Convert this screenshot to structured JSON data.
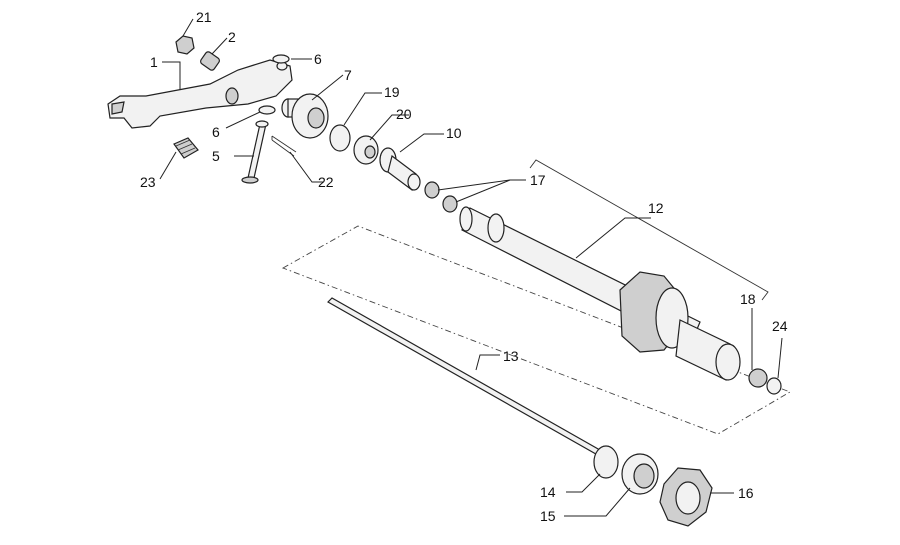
{
  "labels": {
    "p1": "1",
    "p2": "2",
    "p5": "5",
    "p6a": "6",
    "p6b": "6",
    "p7": "7",
    "p10": "10",
    "p12": "12",
    "p13": "13",
    "p14": "14",
    "p15": "15",
    "p16": "16",
    "p17": "17",
    "p18": "18",
    "p19": "19",
    "p20": "20",
    "p21": "21",
    "p22": "22",
    "p23": "23",
    "p24": "24"
  }
}
